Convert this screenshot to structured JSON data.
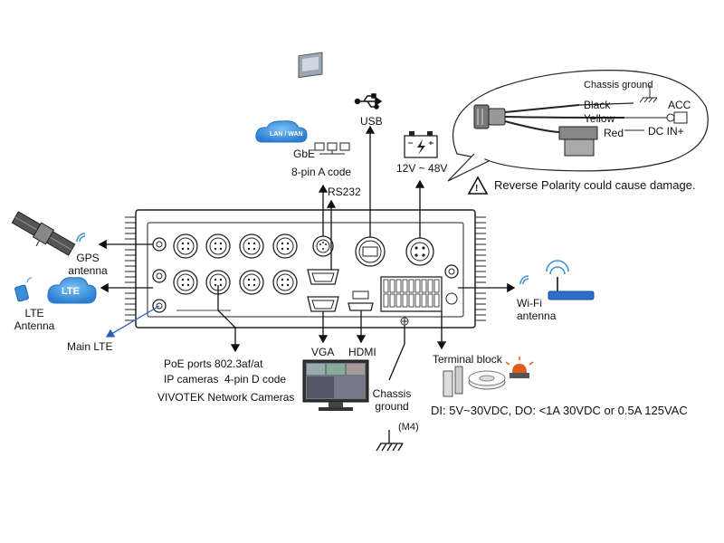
{
  "labels": {
    "gps_antenna": [
      "GPS",
      "antenna"
    ],
    "lte_cloud": "LTE",
    "lte_antenna": [
      "LTE",
      "Antenna"
    ],
    "main_lte": "Main LTE",
    "lan_wan": "LAN / WAN",
    "gbe": "GbE",
    "eight_pin": "8-pin A code",
    "usb": "USB",
    "rs232": "RS232",
    "power_range": "12V ~ 48V",
    "chassis_ground_top": "Chassis ground",
    "black": "Black",
    "yellow": "Yellow",
    "red": "Red",
    "acc": "ACC",
    "dc_in": "DC IN+",
    "warning": "Reverse Polarity could cause damage.",
    "warning_icon": "!",
    "wifi_antenna": [
      "Wi-Fi",
      "antenna"
    ],
    "poe_ports": "PoE ports 802.3af/at",
    "ip_cameras": "IP cameras",
    "four_pin": "4-pin D code",
    "vivotek": "VIVOTEK Network Cameras",
    "vga": "VGA",
    "hdmi": "HDMI",
    "chassis_ground_bottom": [
      "Chassis",
      "ground"
    ],
    "m4": "(M4)",
    "terminal_block": "Terminal block",
    "di_do": "DI: 5V~30VDC, DO: <1A 30VDC or 0.5A 125VAC"
  },
  "icons": {
    "satellite": "satellite-icon",
    "lte_cloud": "cloud-icon",
    "lan_cloud": "cloud-icon",
    "network_pc": "network-computers-icon",
    "usb": "usb-icon",
    "battery": "battery-icon",
    "router": "wifi-router-icon",
    "monitor": "monitor-icon",
    "sensor": "door-sensor-icon",
    "smoke": "smoke-detector-icon",
    "alarm": "alarm-light-icon"
  },
  "colors": {
    "cloud_blue": "#3a8fd8",
    "line": "#111111",
    "lte_link": "#2a5fb8"
  }
}
